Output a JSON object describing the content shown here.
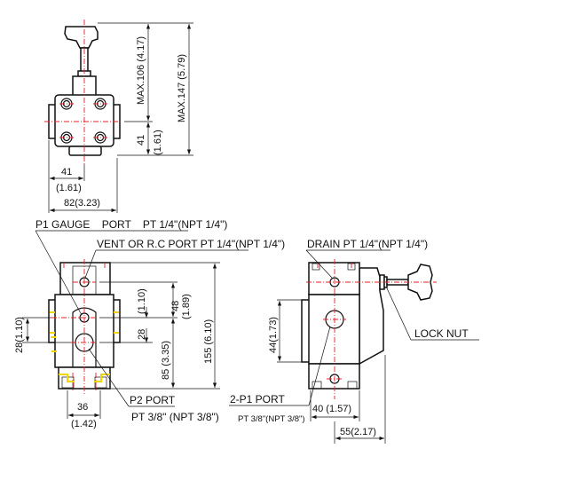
{
  "top_view": {
    "dim_max106": "MAX.106 (4.17)",
    "dim_max147": "MAX.147 (5.79)",
    "dim_41_v": "41",
    "dim_41_v_in": "(1.61)",
    "dim_41_h": "41",
    "dim_41_h_in": "(1.61)",
    "dim_82": "82(3.23)"
  },
  "front_view": {
    "p1_gauge_label": "P1 GAUGE    PORT    PT 1/4\"(NPT 1/4\")",
    "vent_label": "VENT OR R.C PORT PT 1/4\"(NPT 1/4\")",
    "dim_48": "48",
    "dim_48_in": "(1.89)",
    "dim_28": "28",
    "dim_28_in": "(1.10)",
    "dim_85": "85 (3.35)",
    "dim_155": "155 (6.10)",
    "dim_28_left": "28(1.10)",
    "dim_36": "36",
    "dim_36_in": "(1.42)",
    "p2_label": "P2 PORT",
    "p2_spec": "PT 3/8\" (NPT 3/8\")"
  },
  "side_view": {
    "drain_label": "DRAIN PT 1/4\"(NPT 1/4\")",
    "lock_nut_label": "LOCK NUT",
    "dim_44": "44(1.73)",
    "p1_label": "2-P1 PORT",
    "p1_spec": "PT 3/8\"(NPT 3/8\")",
    "dim_40": "40 (1.57)",
    "dim_55": "55(2.17)"
  },
  "colors": {
    "centerline": "#e8202a",
    "highlight": "#f2d400",
    "line": "#111111"
  }
}
